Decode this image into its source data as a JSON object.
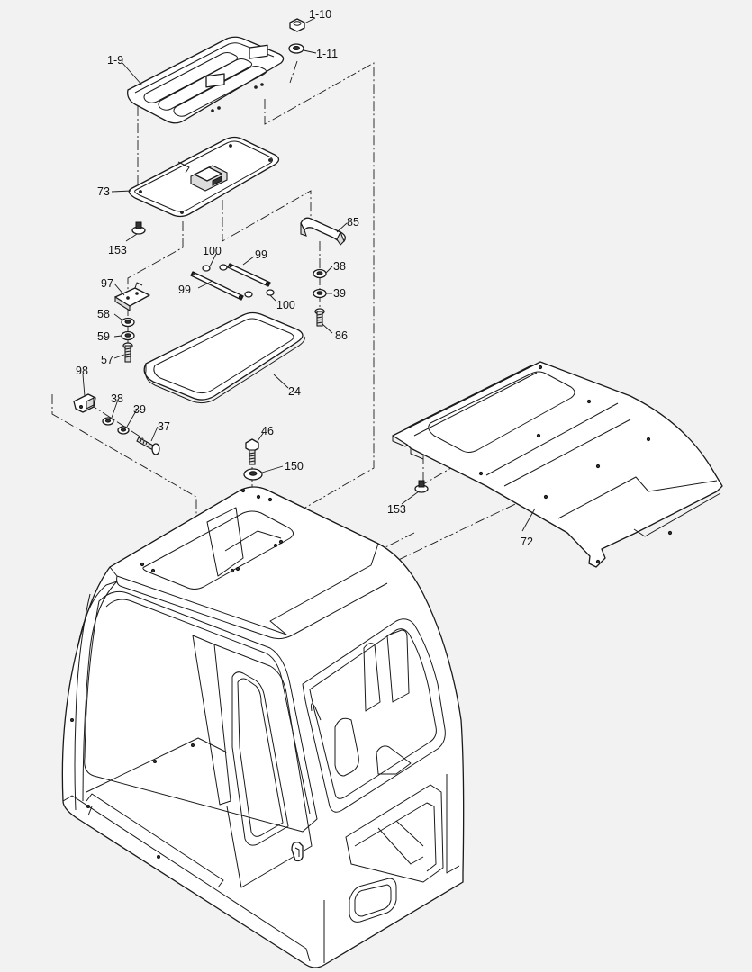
{
  "diagram": {
    "background": "#f2f2f2",
    "line_color": "#1a1a1a",
    "part_labels": {
      "p1_10": "1-10",
      "p1_11": "1-11",
      "p1_9": "1-9",
      "p73": "73",
      "p153a": "153",
      "p85": "85",
      "p100a": "100",
      "p99a": "99",
      "p99b": "99",
      "p100b": "100",
      "p38a": "38",
      "p39a": "39",
      "p86": "86",
      "p97": "97",
      "p58": "58",
      "p59": "59",
      "p57": "57",
      "p24": "24",
      "p98": "98",
      "p38b": "38",
      "p39b": "39",
      "p37": "37",
      "p46": "46",
      "p150": "150",
      "p153b": "153",
      "p72": "72"
    }
  }
}
